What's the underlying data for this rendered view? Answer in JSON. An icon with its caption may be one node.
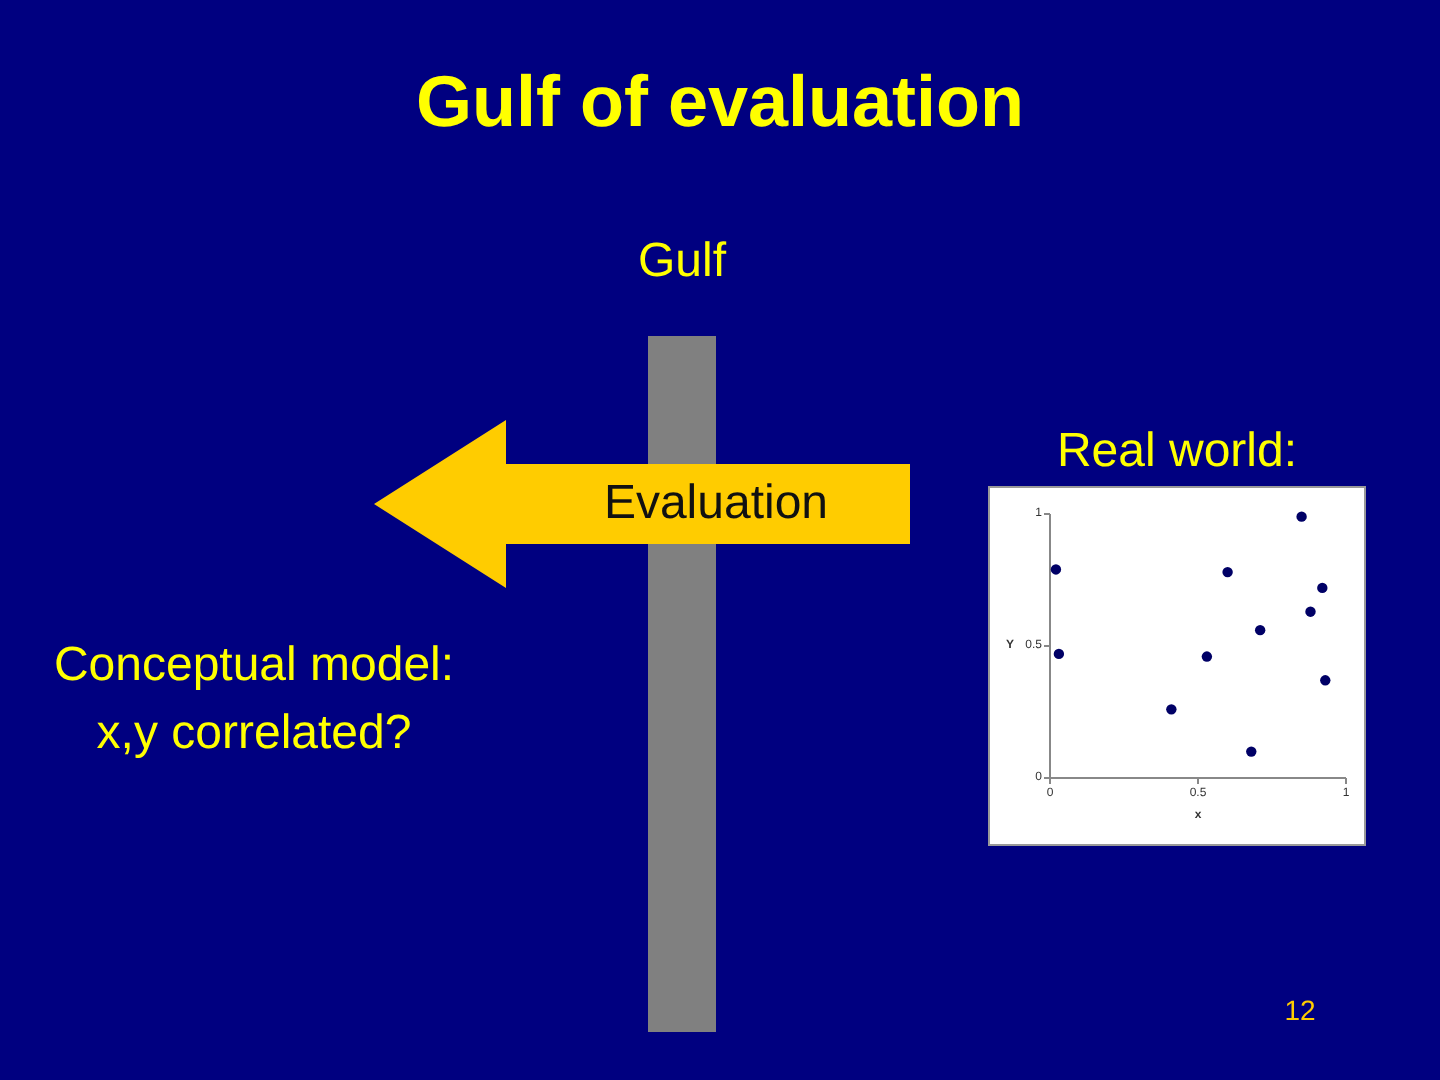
{
  "diagram": {
    "title": "Gulf of evaluation",
    "nodes": [
      {
        "text": [
          "Gulf"
        ]
      },
      {
        "text": [
          "Evaluation"
        ]
      },
      {
        "text": [
          "Real world:"
        ]
      },
      {
        "text": [
          "Conceptual model: x,y correlated?"
        ]
      }
    ],
    "labels": [
      "12"
    ],
    "chart_data": {
      "type": "scatter",
      "xlabel": "x",
      "ylabel": "Y",
      "xlim": [
        0,
        1
      ],
      "ylim": [
        0,
        1
      ],
      "xticks": [
        0,
        0.5,
        1
      ],
      "yticks": [
        0,
        0.5,
        1
      ],
      "x": [
        0.02,
        0.03,
        0.41,
        0.53,
        0.6,
        0.68,
        0.71,
        0.85,
        0.88,
        0.92,
        0.93
      ],
      "series": [
        {
          "color": "#000066",
          "values": [
            0.79,
            0.47,
            0.26,
            0.46,
            0.78,
            0.1,
            0.56,
            0.99,
            0.63,
            0.72,
            0.37
          ]
        }
      ]
    }
  }
}
